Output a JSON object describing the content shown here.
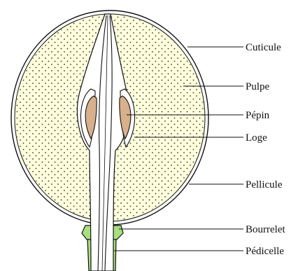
{
  "labels": {
    "cuticule": "Cuticule",
    "pulpe": "Pulpe",
    "pepin": "Pépin",
    "loge": "Loge",
    "pellicule": "Pellicule",
    "bourrelet": "Bourrelet",
    "pedicelle": "Pédicelle"
  },
  "colors": {
    "pulp_fill": "#FFFFDD",
    "pulp_dots": "#333333",
    "seed_fill": "#D8B08C",
    "stalk_fill": "#A9E07E",
    "outline": "#111111"
  }
}
